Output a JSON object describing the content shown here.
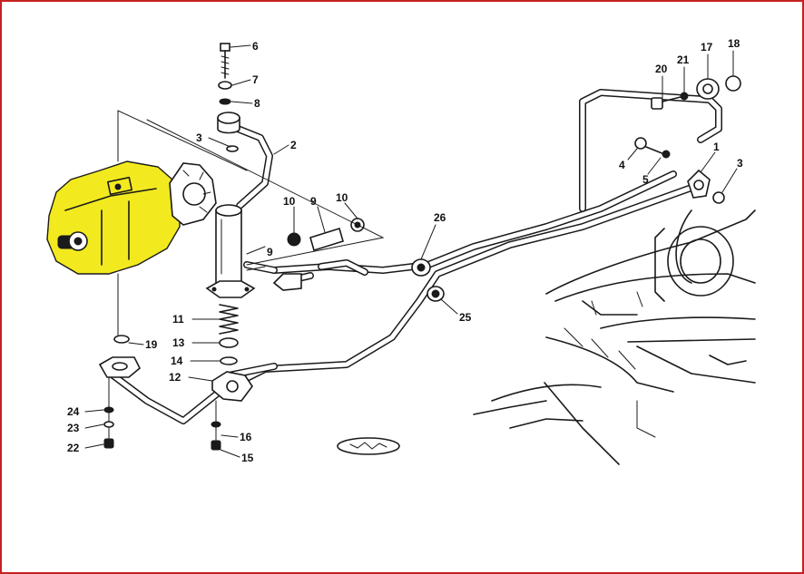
{
  "colors": {
    "frame_border": "#c62020",
    "highlight": "#f2ea1f",
    "ink": "#1a1a1a"
  },
  "callouts": [
    {
      "id": "c1",
      "text": "1"
    },
    {
      "id": "c2",
      "text": "2"
    },
    {
      "id": "c3a",
      "text": "3"
    },
    {
      "id": "c3b",
      "text": "3"
    },
    {
      "id": "c4",
      "text": "4"
    },
    {
      "id": "c5",
      "text": "5"
    },
    {
      "id": "c6",
      "text": "6"
    },
    {
      "id": "c7",
      "text": "7"
    },
    {
      "id": "c8",
      "text": "8"
    },
    {
      "id": "c9a",
      "text": "9"
    },
    {
      "id": "c9b",
      "text": "9"
    },
    {
      "id": "c10a",
      "text": "10"
    },
    {
      "id": "c10b",
      "text": "10"
    },
    {
      "id": "c11",
      "text": "11"
    },
    {
      "id": "c12",
      "text": "12"
    },
    {
      "id": "c13",
      "text": "13"
    },
    {
      "id": "c14",
      "text": "14"
    },
    {
      "id": "c15",
      "text": "15"
    },
    {
      "id": "c16",
      "text": "16"
    },
    {
      "id": "c17",
      "text": "17"
    },
    {
      "id": "c18",
      "text": "18"
    },
    {
      "id": "c19",
      "text": "19"
    },
    {
      "id": "c20",
      "text": "20"
    },
    {
      "id": "c21",
      "text": "21"
    },
    {
      "id": "c22",
      "text": "22"
    },
    {
      "id": "c23",
      "text": "23"
    },
    {
      "id": "c24",
      "text": "24"
    },
    {
      "id": "c25",
      "text": "25"
    },
    {
      "id": "c26",
      "text": "26"
    }
  ]
}
